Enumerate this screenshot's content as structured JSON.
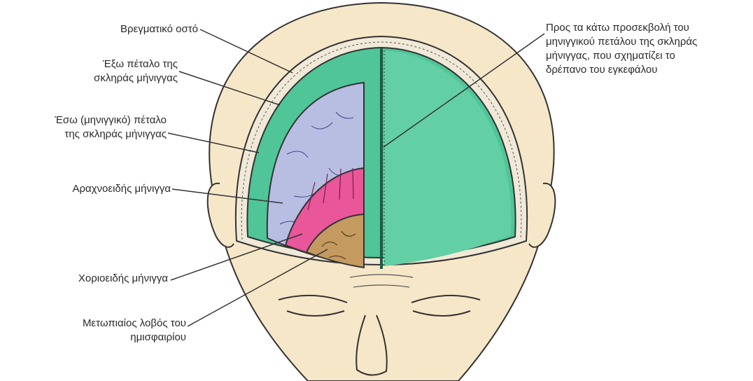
{
  "diagram": {
    "labels": {
      "parietal_bone": "Βρεγματικό οστό",
      "outer_dura": "Έξω πέταλο της\nσκληράς μήνιγγας",
      "inner_dura": "Έσω (μηνιγγικό) πέταλο\nτης σκληράς μήνιγγας",
      "arachnoid": "Αραχνοειδής μήνιγγα",
      "choroid": "Χοριοειδής μήνιγγα",
      "frontal_lobe": "Μετωπιαίος λοβός του\nημισφαιρίου",
      "falx": "Προς τα κάτω προσεκβολή του\nμηνιγγικού πετάλου της σκληράς\nμήνιγγας, που σχηματίζει το\nδρέπανο του εγκεφάλου"
    },
    "colors": {
      "skin": "#f6e7c8",
      "dura": "#4fc598",
      "arachnoid": "#b8bde2",
      "pia": "#e9569a",
      "brain": "#c49a60",
      "outline": "#333333"
    }
  }
}
